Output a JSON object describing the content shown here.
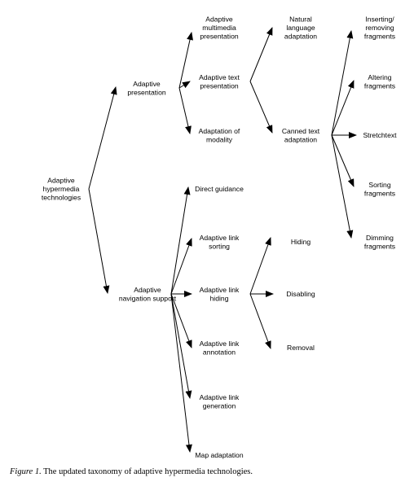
{
  "nodes": {
    "root": [
      "Adaptive",
      "hypermedia",
      "technologies"
    ],
    "adaptive_presentation": [
      "Adaptive",
      "presentation"
    ],
    "adaptive_navigation_support": [
      "Adaptive",
      "navigation support"
    ],
    "adaptive_multimedia_presentation": [
      "Adaptive",
      "multimedia",
      "presentation"
    ],
    "adaptive_text_presentation": [
      "Adaptive text",
      "presentation"
    ],
    "adaptation_of_modality": [
      "Adaptation of",
      "modality"
    ],
    "natural_language_adaptation": [
      "Natural",
      "language",
      "adaptation"
    ],
    "canned_text_adaptation": [
      "Canned text",
      "adaptation"
    ],
    "inserting_removing_fragments": [
      "Inserting/",
      "removing",
      "fragments"
    ],
    "altering_fragments": [
      "Altering",
      "fragments"
    ],
    "stretchtext": [
      "Stretchtext"
    ],
    "sorting_fragments": [
      "Sorting",
      "fragments"
    ],
    "dimming_fragments": [
      "Dimming",
      "fragments"
    ],
    "direct_guidance": [
      "Direct guidance"
    ],
    "adaptive_link_sorting": [
      "Adaptive link",
      "sorting"
    ],
    "adaptive_link_hiding": [
      "Adaptive link",
      "hiding"
    ],
    "adaptive_link_annotation": [
      "Adaptive link",
      "annotation"
    ],
    "adaptive_link_generation": [
      "Adaptive link",
      "generation"
    ],
    "map_adaptation": [
      "Map adaptation"
    ],
    "hiding": [
      "Hiding"
    ],
    "disabling": [
      "Disabling"
    ],
    "removal": [
      "Removal"
    ]
  },
  "edges": [
    [
      "root",
      "adaptive_presentation"
    ],
    [
      "root",
      "adaptive_navigation_support"
    ],
    [
      "adaptive_presentation",
      "adaptive_multimedia_presentation"
    ],
    [
      "adaptive_presentation",
      "adaptive_text_presentation"
    ],
    [
      "adaptive_presentation",
      "adaptation_of_modality"
    ],
    [
      "adaptive_text_presentation",
      "natural_language_adaptation"
    ],
    [
      "adaptive_text_presentation",
      "canned_text_adaptation"
    ],
    [
      "canned_text_adaptation",
      "inserting_removing_fragments"
    ],
    [
      "canned_text_adaptation",
      "altering_fragments"
    ],
    [
      "canned_text_adaptation",
      "stretchtext"
    ],
    [
      "canned_text_adaptation",
      "sorting_fragments"
    ],
    [
      "canned_text_adaptation",
      "dimming_fragments"
    ],
    [
      "adaptive_navigation_support",
      "direct_guidance"
    ],
    [
      "adaptive_navigation_support",
      "adaptive_link_sorting"
    ],
    [
      "adaptive_navigation_support",
      "adaptive_link_hiding"
    ],
    [
      "adaptive_navigation_support",
      "adaptive_link_annotation"
    ],
    [
      "adaptive_navigation_support",
      "adaptive_link_generation"
    ],
    [
      "adaptive_navigation_support",
      "map_adaptation"
    ],
    [
      "adaptive_link_hiding",
      "hiding"
    ],
    [
      "adaptive_link_hiding",
      "disabling"
    ],
    [
      "adaptive_link_hiding",
      "removal"
    ]
  ],
  "caption": {
    "figure_label": "Figure 1.",
    "text": " The updated taxonomy of adaptive hypermedia technologies."
  }
}
